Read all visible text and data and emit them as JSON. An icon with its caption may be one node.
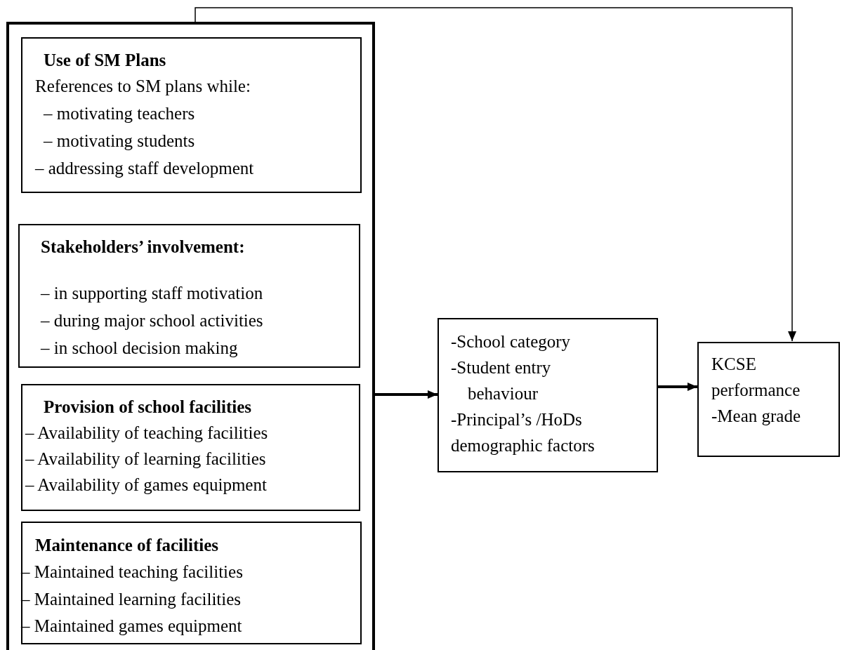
{
  "diagram": {
    "nodes": [
      {
        "text": [],
        "shape": "box"
      },
      {
        "text": [
          "Use of SM Plans",
          "References to SM plans while:",
          "– motivating teachers",
          "– motivating students",
          "– addressing staff development"
        ],
        "in": 0
      },
      {
        "text": [
          "Stakeholders’ involvement:",
          "– in supporting staff motivation",
          "– during major school activities",
          "– in school decision making"
        ],
        "in": 0
      },
      {
        "text": [
          "Provision of school facilities",
          "– Availability of teaching facilities",
          "– Availability of learning facilities",
          "– Availability of games equipment"
        ],
        "in": 0
      },
      {
        "text": [
          "Maintenance of facilities",
          "– Maintained teaching facilities",
          "– Maintained learning facilities",
          "– Maintained games equipment"
        ],
        "in": 0
      },
      {
        "text": [
          "-School category",
          "-Student entry behaviour",
          "-Principal’s /HoDs demographic factors"
        ]
      },
      {
        "text": [
          "KCSE performance",
          "-Mean grade"
        ]
      }
    ],
    "edges": [
      {
        "from": 0,
        "to": 5,
        "arrow": "to"
      },
      {
        "from": 5,
        "to": 6,
        "arrow": "to"
      },
      {
        "from": 0,
        "to": 6,
        "arrow": "to"
      }
    ]
  }
}
